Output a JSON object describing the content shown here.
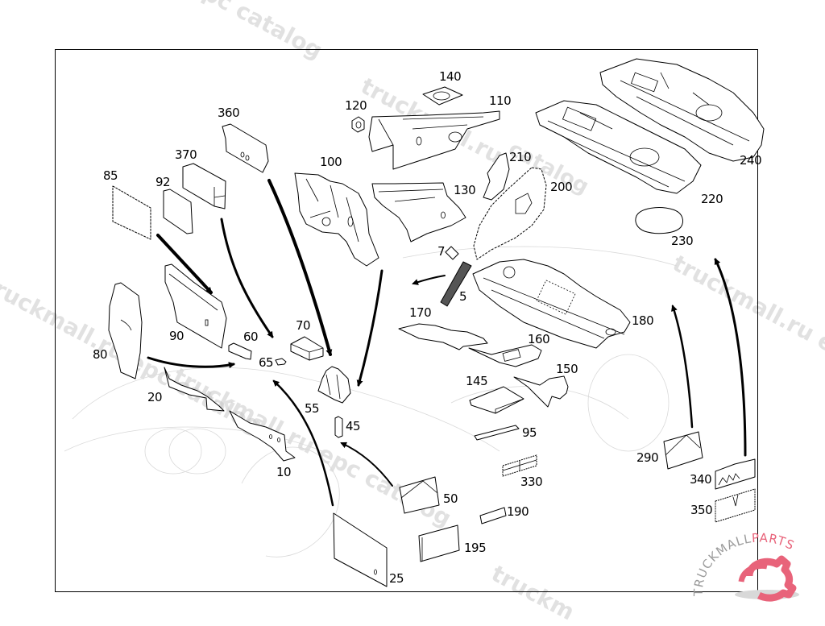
{
  "diagram": {
    "title": "Insulation / sound-deadening parts exploded view",
    "callouts": [
      {
        "id": "140",
        "label": "140"
      },
      {
        "id": "110",
        "label": "110"
      },
      {
        "id": "120",
        "label": "120"
      },
      {
        "id": "360",
        "label": "360"
      },
      {
        "id": "370",
        "label": "370"
      },
      {
        "id": "85",
        "label": "85"
      },
      {
        "id": "92",
        "label": "92"
      },
      {
        "id": "100",
        "label": "100"
      },
      {
        "id": "130",
        "label": "130"
      },
      {
        "id": "210",
        "label": "210"
      },
      {
        "id": "200",
        "label": "200"
      },
      {
        "id": "240",
        "label": "240"
      },
      {
        "id": "220",
        "label": "220"
      },
      {
        "id": "230",
        "label": "230"
      },
      {
        "id": "7",
        "label": "7"
      },
      {
        "id": "5",
        "label": "5"
      },
      {
        "id": "170",
        "label": "170"
      },
      {
        "id": "180",
        "label": "180"
      },
      {
        "id": "160",
        "label": "160"
      },
      {
        "id": "150",
        "label": "150"
      },
      {
        "id": "145",
        "label": "145"
      },
      {
        "id": "95",
        "label": "95"
      },
      {
        "id": "90",
        "label": "90"
      },
      {
        "id": "60",
        "label": "60"
      },
      {
        "id": "70",
        "label": "70"
      },
      {
        "id": "80",
        "label": "80"
      },
      {
        "id": "65",
        "label": "65"
      },
      {
        "id": "20",
        "label": "20"
      },
      {
        "id": "55",
        "label": "55"
      },
      {
        "id": "45",
        "label": "45"
      },
      {
        "id": "10",
        "label": "10"
      },
      {
        "id": "50",
        "label": "50"
      },
      {
        "id": "330",
        "label": "330"
      },
      {
        "id": "190",
        "label": "190"
      },
      {
        "id": "195",
        "label": "195"
      },
      {
        "id": "25",
        "label": "25"
      },
      {
        "id": "290",
        "label": "290"
      },
      {
        "id": "340",
        "label": "340"
      },
      {
        "id": "350",
        "label": "350"
      }
    ]
  },
  "watermark": {
    "text_1": "epc catalog",
    "text_2": "truckmall.ru",
    "text_3": "truckmall.ru epc catalog",
    "text_4": "truckmall.ru epc catalog",
    "text_5": "truckmall.ru e",
    "text_6": "truckm"
  },
  "logo": {
    "text_dark": "TRUCKMALL",
    "text_accent": "PARTS",
    "accent_color": "#e8637a",
    "gray_color": "#9a9a9a"
  }
}
